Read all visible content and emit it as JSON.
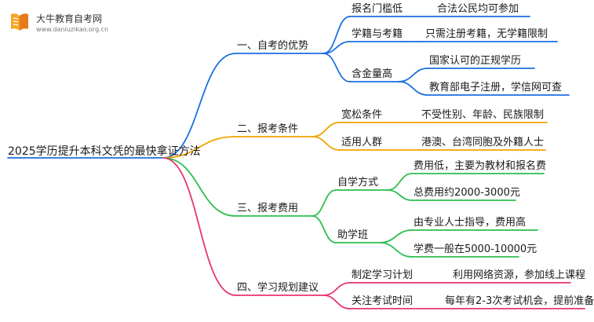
{
  "logo": {
    "name": "大牛教育自考网",
    "url": "www.daniuzikao.org.cn"
  },
  "mindmap": {
    "root": "2025学历提升本科文凭的最快拿证方法",
    "colors": {
      "blue": "#1b6fe0",
      "orange": "#f0a400",
      "green": "#2fbf4f",
      "red": "#e8336e"
    },
    "branches": [
      {
        "label": "一、自考的优势",
        "color": "blue",
        "children": [
          {
            "label": "报名门槛低",
            "children": [
              "合法公民均可参加"
            ]
          },
          {
            "label": "学籍与考籍",
            "children": [
              "只需注册考籍，无学籍限制"
            ]
          },
          {
            "label": "含金量高",
            "children": [
              "国家认可的正规学历",
              "教育部电子注册，学信网可查"
            ]
          }
        ]
      },
      {
        "label": "二、报考条件",
        "color": "orange",
        "children": [
          {
            "label": "宽松条件",
            "children": [
              "不受性别、年龄、民族限制"
            ]
          },
          {
            "label": "适用人群",
            "children": [
              "港澳、台湾同胞及外籍人士"
            ]
          }
        ]
      },
      {
        "label": "三、报考费用",
        "color": "green",
        "children": [
          {
            "label": "自学方式",
            "children": [
              "费用低，主要为教材和报名费",
              "总费用约2000-3000元"
            ]
          },
          {
            "label": "助学班",
            "children": [
              "由专业人士指导，费用高",
              "学费一般在5000-10000元"
            ]
          }
        ]
      },
      {
        "label": "四、学习规划建议",
        "color": "red",
        "children": [
          {
            "label": "制定学习计划",
            "children": [
              "利用网络资源，参加线上课程"
            ]
          },
          {
            "label": "关注考试时间",
            "children": [
              "每年有2-3次考试机会，提前准备"
            ]
          }
        ]
      }
    ]
  }
}
